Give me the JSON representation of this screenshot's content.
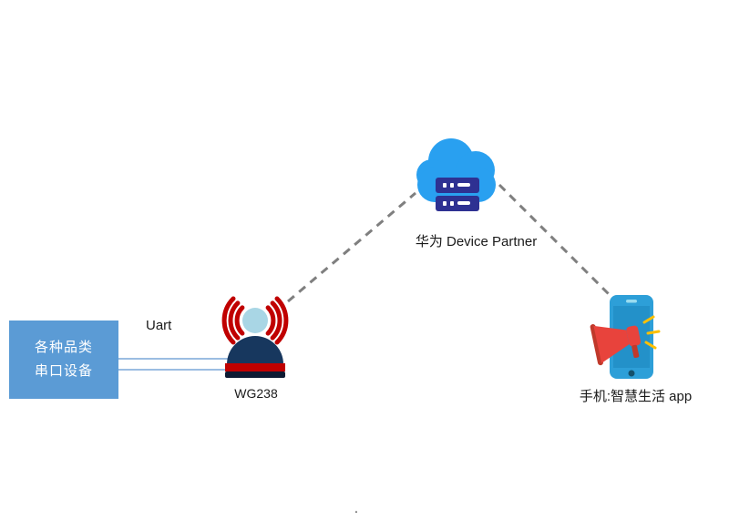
{
  "diagram": {
    "left_device_box": {
      "line1": "各种品类",
      "line2": "串口设备"
    },
    "uart_label": "Uart",
    "gateway": {
      "label": "WG238"
    },
    "cloud": {
      "label": "华为 Device Partner"
    },
    "phone": {
      "label": "手机:智慧生活 app"
    },
    "stray_text": "."
  },
  "colors": {
    "box-fill": "#5b9bd5",
    "wire-blue": "#7aa7d9",
    "dash-gray": "#7f7f7f",
    "wifi-red": "#c00000",
    "antenna-ball": "#a9d6e5",
    "dome-navy": "#17375e",
    "base-dark": "#0d1b33",
    "cloud-blue": "#29a0f0",
    "server-indigo": "#2e3192",
    "phone-blue": "#2d9fd8",
    "screen-blue": "#2391c9",
    "megaphone-red": "#e8433c",
    "megaphone-dark": "#c0392b",
    "spark-yellow": "#ffc000",
    "text-dark": "#1a1a1a"
  }
}
